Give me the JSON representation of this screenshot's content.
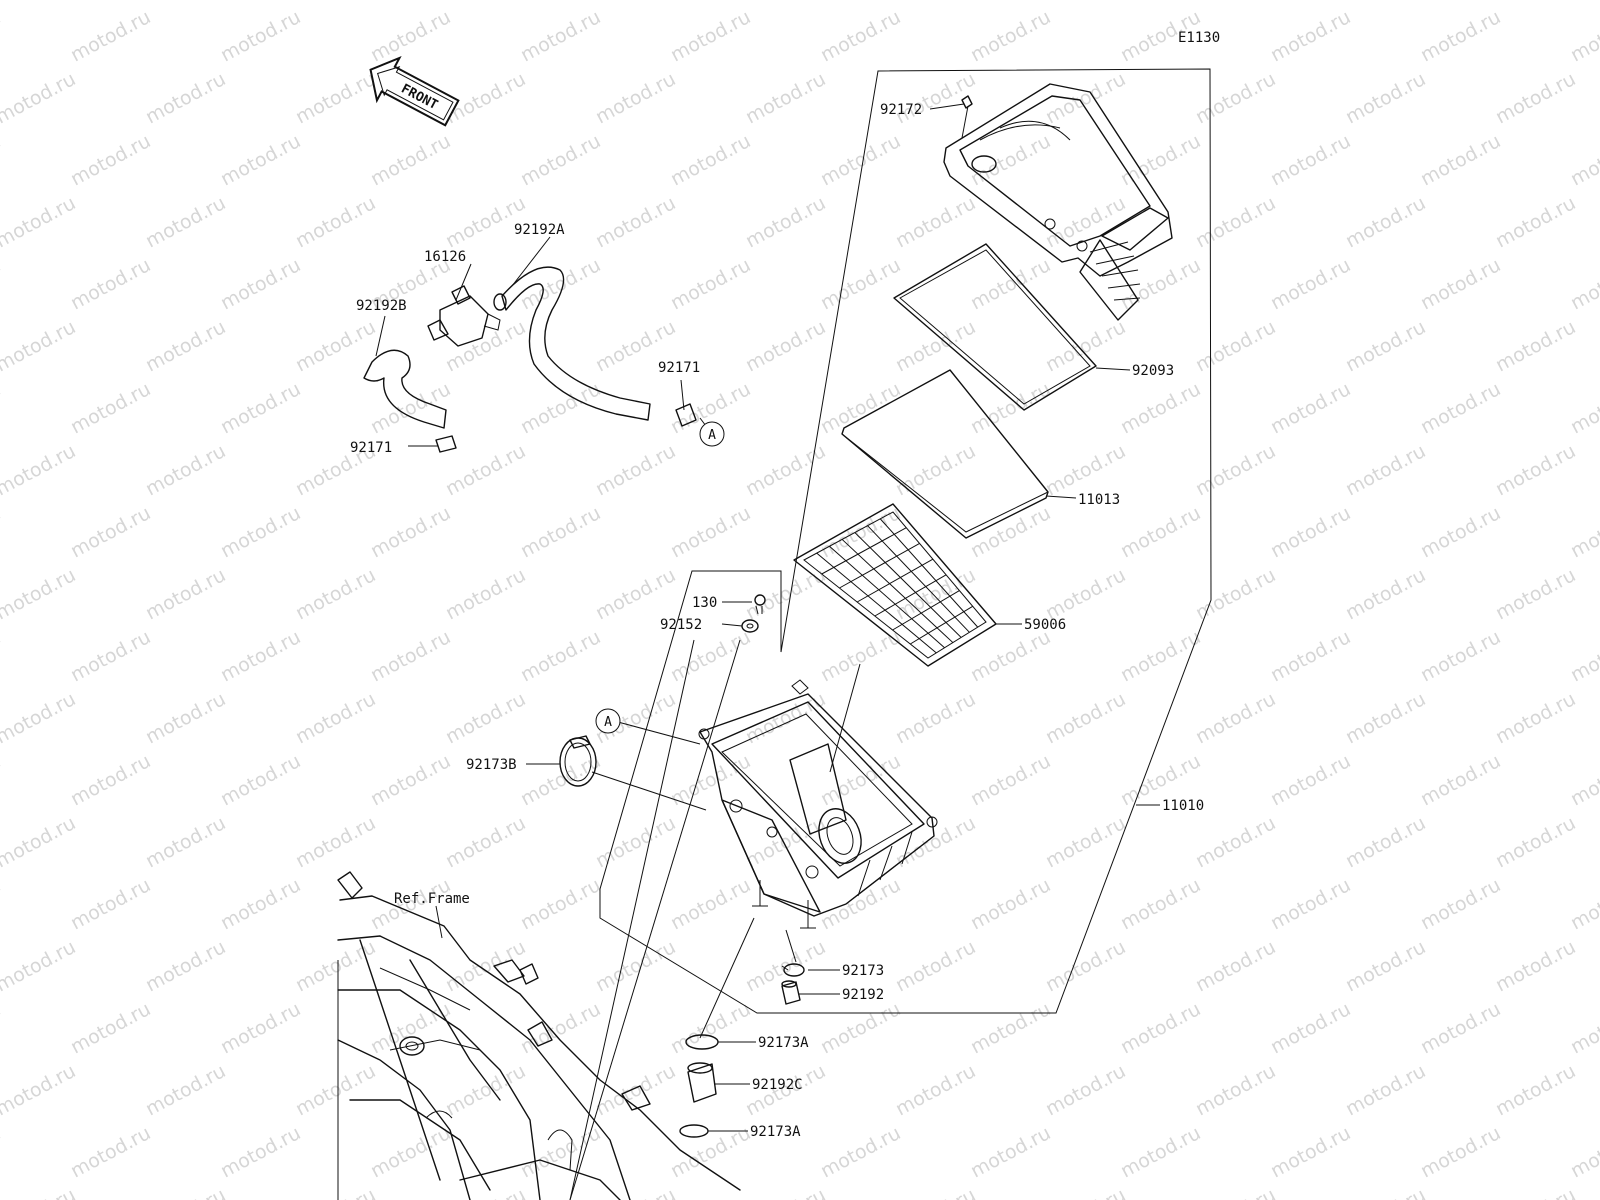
{
  "diagram_code": "E1130",
  "front_label": "FRONT",
  "ref_frame_label": "Ref.Frame",
  "callout_letter": "A",
  "watermark_text": "motod.ru",
  "parts": {
    "p92172": "92172",
    "p92093": "92093",
    "p11013": "11013",
    "p59006": "59006",
    "p11010": "11010",
    "p16126": "16126",
    "p92192A": "92192A",
    "p92192B": "92192B",
    "p92171_top": "92171",
    "p92171_left": "92171",
    "p130": "130",
    "p92152": "92152",
    "p92173B": "92173B",
    "p92173": "92173",
    "p92192": "92192",
    "p92173A_upper": "92173A",
    "p92192C": "92192C",
    "p92173A_lower": "92173A"
  }
}
